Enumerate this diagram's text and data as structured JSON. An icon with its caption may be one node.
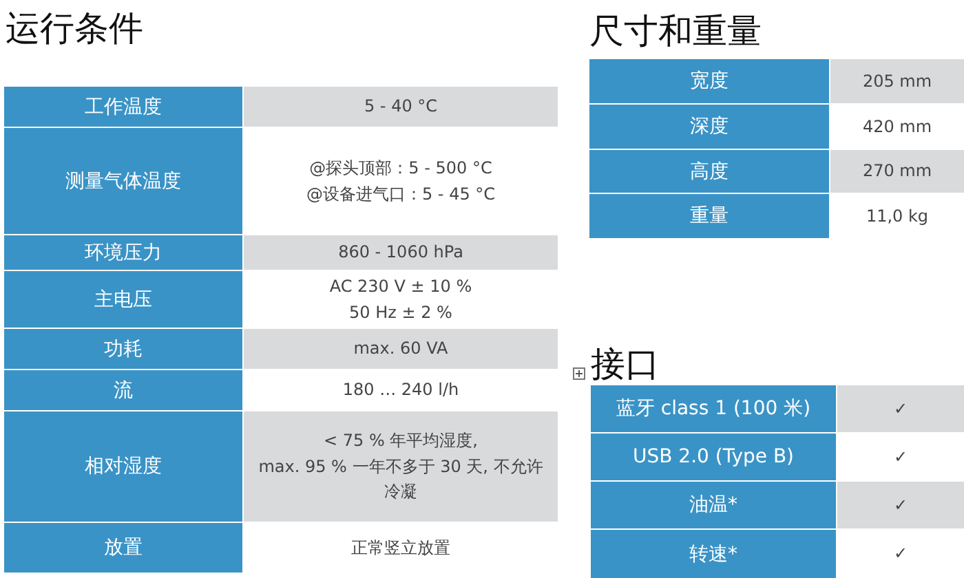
{
  "diagram": {
    "labels": [
      "运行条件",
      "工作温度",
      "5 - 40 °C",
      "测量气体温度",
      "@探头顶部：5 - 500 °C",
      "@设备进气口：5 - 45 °C",
      "环境压力",
      "860 - 1060 hPa",
      "主电压",
      "AC 230 V ± 10 %",
      "50 Hz ± 2 %",
      "功耗",
      "max. 60 VA",
      "流",
      "180 … 240 l/h",
      "相对湿度",
      "< 75 % 年平均湿度,",
      "max. 95 % 一年不多于 30 天, 不允许冷凝",
      "放置",
      "正常竖立放置",
      "尺寸和重量",
      "宽度",
      "205 mm",
      "深度",
      "420 mm",
      "高度",
      "270 mm",
      "重量",
      "11,0 kg",
      "接口",
      "蓝牙 class 1 (100 米)",
      "✓",
      "USB 2.0 (Type B)",
      "✓",
      "油温*",
      "✓",
      "转速*",
      "✓"
    ]
  }
}
